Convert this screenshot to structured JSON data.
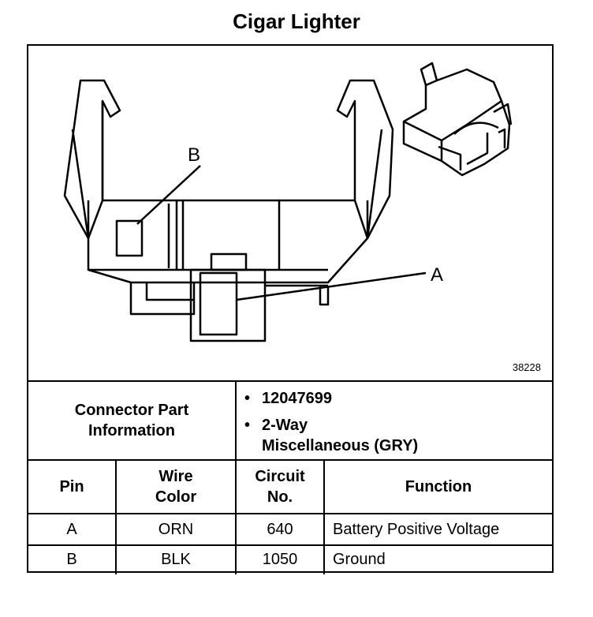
{
  "title": "Cigar Lighter",
  "figure_number": "38228",
  "callouts": {
    "a": "A",
    "b": "B"
  },
  "connector_info": {
    "label_line1": "Connector Part",
    "label_line2": "Information",
    "bullet_symbol": "•",
    "part_number": "12047699",
    "desc_line1": "2-Way",
    "desc_line2": "Miscellaneous (GRY)"
  },
  "table": {
    "headers": {
      "pin": "Pin",
      "wire_line1": "Wire",
      "wire_line2": "Color",
      "circuit_line1": "Circuit",
      "circuit_line2": "No.",
      "function": "Function"
    },
    "rows": [
      {
        "pin": "A",
        "wire": "ORN",
        "circuit": "640",
        "function": "Battery Positive Voltage"
      },
      {
        "pin": "B",
        "wire": "BLK",
        "circuit": "1050",
        "function": "Ground"
      }
    ]
  }
}
